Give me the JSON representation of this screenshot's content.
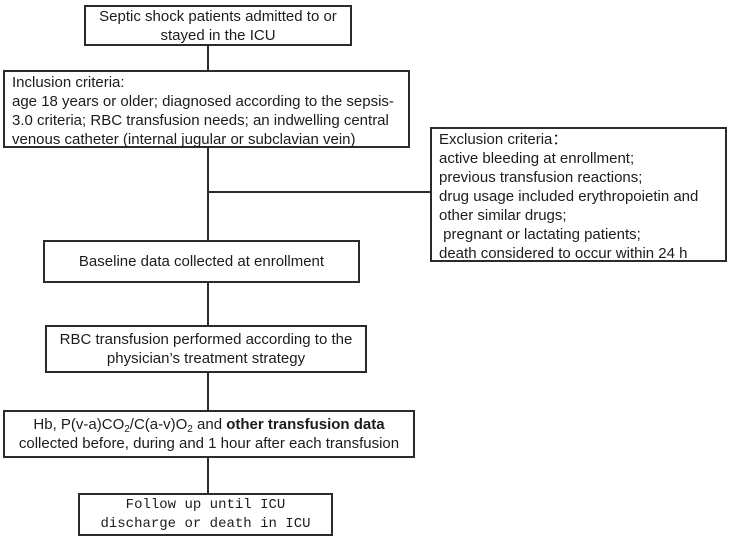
{
  "colors": {
    "border": "#2b2b2b",
    "text": "#1c1c1c",
    "background": "#ffffff"
  },
  "flowchart": {
    "top_box": {
      "line1": "Septic shock patients admitted to or",
      "line2": "stayed in the ICU"
    },
    "inclusion_box": {
      "line1": "Inclusion criteria:",
      "line2": "age 18 years or older; diagnosed according to the sepsis-",
      "line3": "3.0 criteria; RBC transfusion needs; an indwelling central",
      "line4": "venous catheter (internal jugular or subclavian vein)"
    },
    "exclusion_box": {
      "line1": "Exclusion criteria：",
      "line2": "active bleeding at enrollment;",
      "line3": "previous transfusion reactions;",
      "line4": "drug usage included erythropoietin and",
      "line5": "other similar drugs;",
      "line6": " pregnant or lactating patients;",
      "line7": "death considered to occur within 24 h"
    },
    "baseline_box": {
      "line1": "Baseline data collected at enrollment"
    },
    "rbc_box": {
      "line1": "RBC transfusion performed  according to the",
      "line2": "physician’s treatment strategy"
    },
    "hb_box": {
      "seg_a": "Hb, P(v-a)CO",
      "sub_a": "2",
      "seg_b": "/C(a-v)O",
      "sub_b": "2",
      "seg_c": " and ",
      "seg_bold": "other transfusion data",
      "line2": "collected before, during and 1 hour after each transfusion"
    },
    "followup_box": {
      "line1": "Follow up until ICU",
      "line2": "discharge or death in ICU"
    }
  }
}
